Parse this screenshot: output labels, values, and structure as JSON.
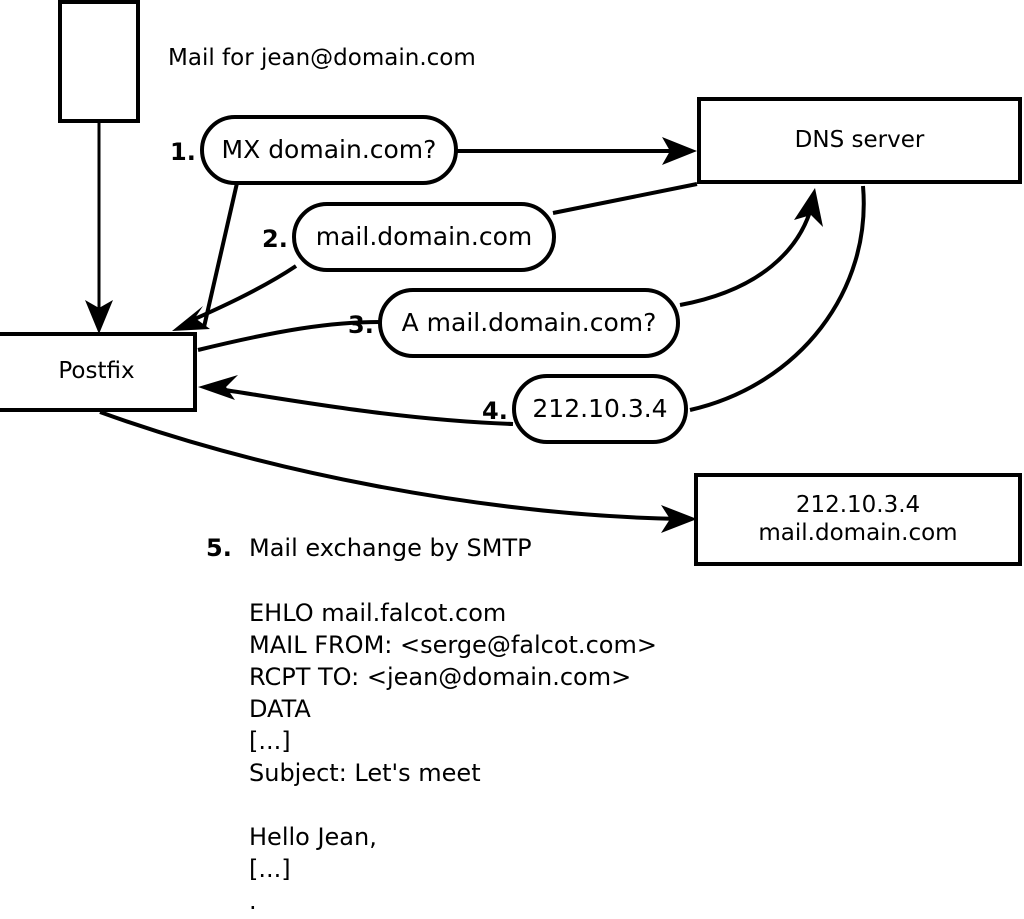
{
  "diagram": {
    "title_text": "Mail for jean@domain.com",
    "nodes": {
      "client_box": {
        "label": ""
      },
      "postfix": {
        "label": "Postfix"
      },
      "dns_server": {
        "label": "DNS server"
      },
      "target_server": {
        "line1": "212.10.3.4",
        "line2": "mail.domain.com"
      }
    },
    "steps": [
      {
        "num": "1.",
        "label": "MX domain.com?"
      },
      {
        "num": "2.",
        "label": "mail.domain.com"
      },
      {
        "num": "3.",
        "label": "A mail.domain.com?"
      },
      {
        "num": "4.",
        "label": "212.10.3.4"
      },
      {
        "num": "5.",
        "label": "Mail exchange by SMTP"
      }
    ],
    "smtp_session": [
      "EHLO mail.falcot.com",
      "MAIL FROM: <serge@falcot.com>",
      "RCPT TO: <jean@domain.com>",
      "DATA",
      "[...]",
      "Subject: Let's meet",
      "",
      "Hello Jean,",
      "[...]",
      "."
    ],
    "colors": {
      "stroke": "#000000",
      "fill": "#ffffff",
      "text": "#000000"
    }
  }
}
